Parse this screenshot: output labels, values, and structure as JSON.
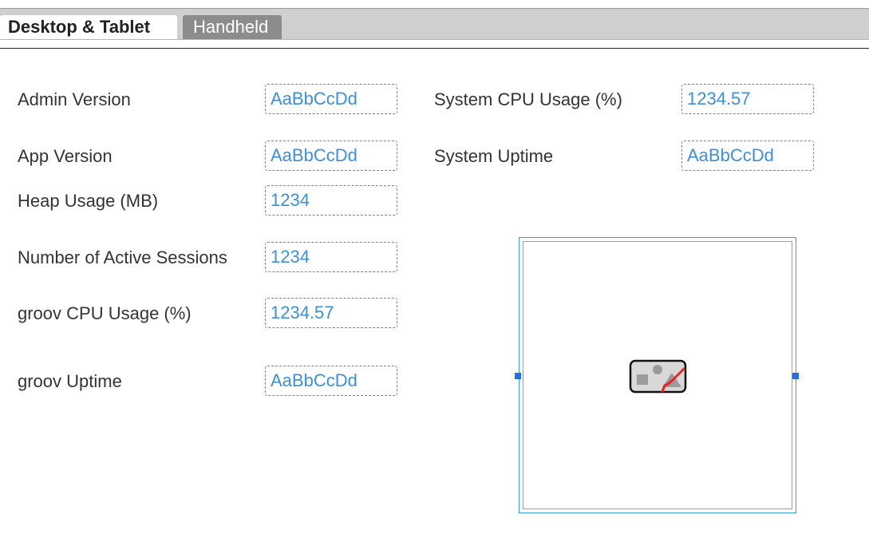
{
  "tabs": [
    {
      "label": "Desktop & Tablet",
      "active": true
    },
    {
      "label": "Handheld",
      "active": false
    }
  ],
  "fields_left": [
    {
      "label": "Admin Version",
      "value": "AaBbCcDd"
    },
    {
      "label": "App Version",
      "value": "AaBbCcDd"
    },
    {
      "label": "Heap Usage (MB)",
      "value": "1234"
    },
    {
      "label": "Number of Active Sessions",
      "value": "1234"
    },
    {
      "label": "groov CPU Usage (%)",
      "value": "1234.57"
    },
    {
      "label": "groov Uptime",
      "value": "AaBbCcDd"
    }
  ],
  "fields_right": [
    {
      "label": "System CPU Usage (%)",
      "value": "1234.57"
    },
    {
      "label": "System Uptime",
      "value": "AaBbCcDd"
    }
  ],
  "image_widget": {
    "icon": "broken-image-icon"
  },
  "colors": {
    "value_text": "#3b8fe0",
    "tab_strip": "#cfcfcf",
    "tab_inactive": "#8c8c8c",
    "selection_handle": "#1e6ee8",
    "selection_border": "#3aa6cf"
  }
}
